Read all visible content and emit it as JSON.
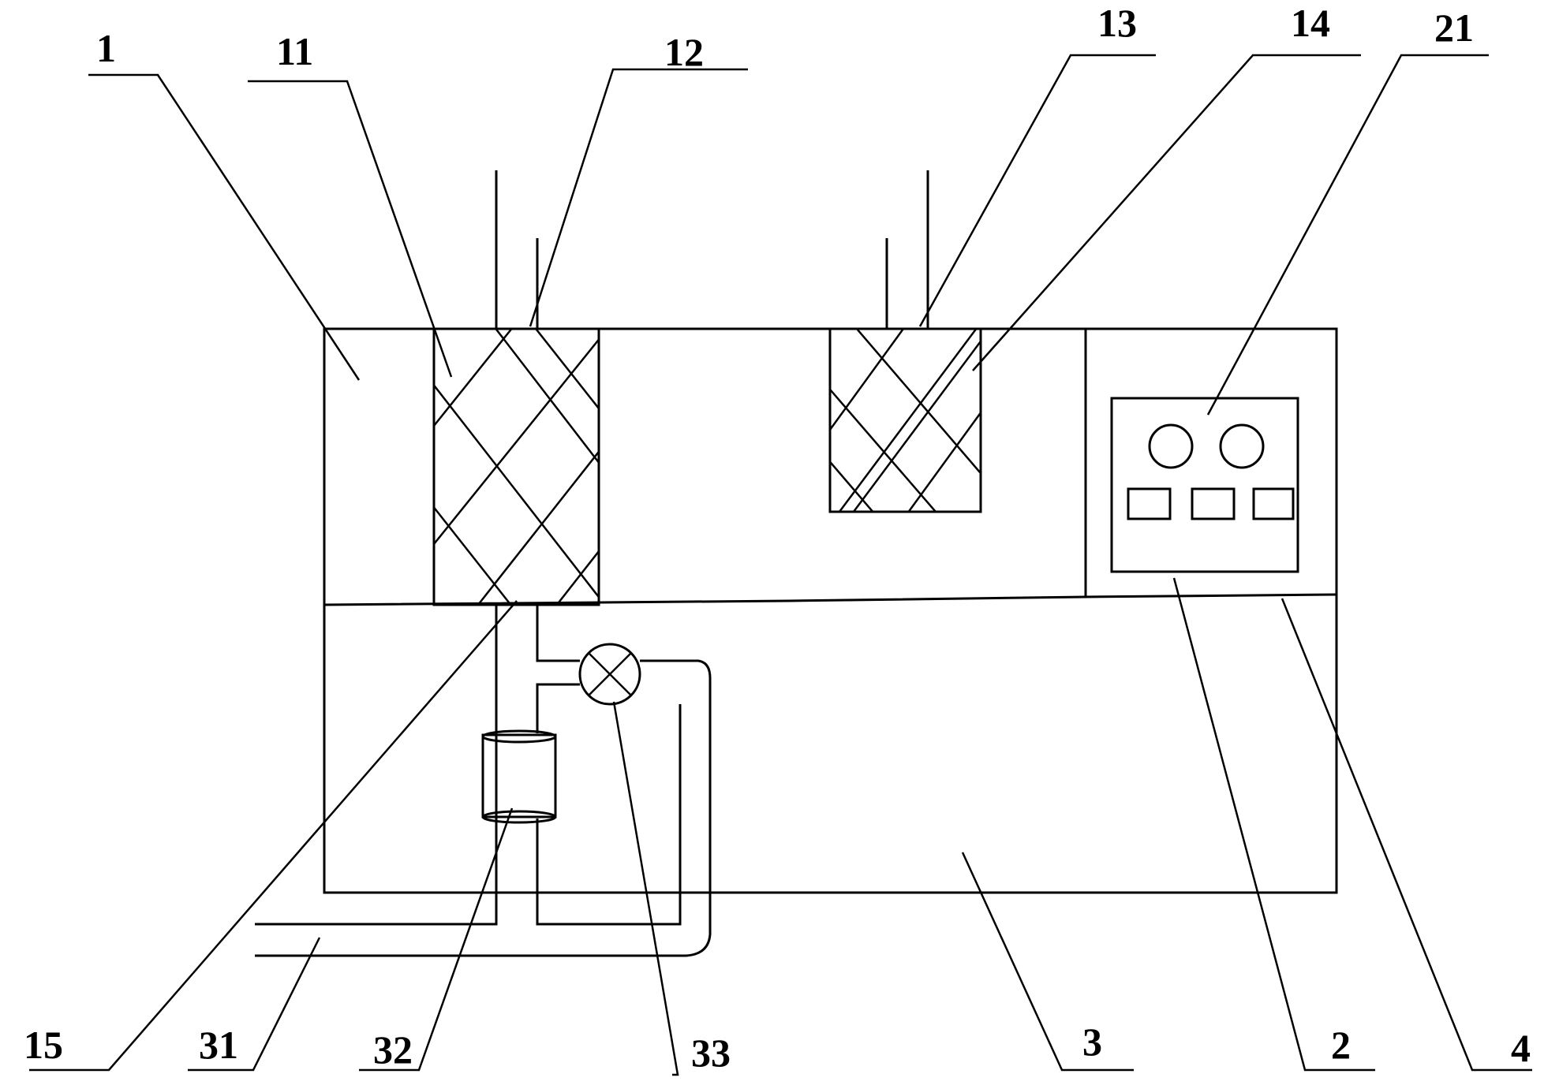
{
  "labels": {
    "l1": "1",
    "l11": "11",
    "l12": "12",
    "l13": "13",
    "l14": "14",
    "l21": "21",
    "l15": "15",
    "l31": "31",
    "l32": "32",
    "l33": "33",
    "l3": "3",
    "l2": "2",
    "l4": "4"
  }
}
